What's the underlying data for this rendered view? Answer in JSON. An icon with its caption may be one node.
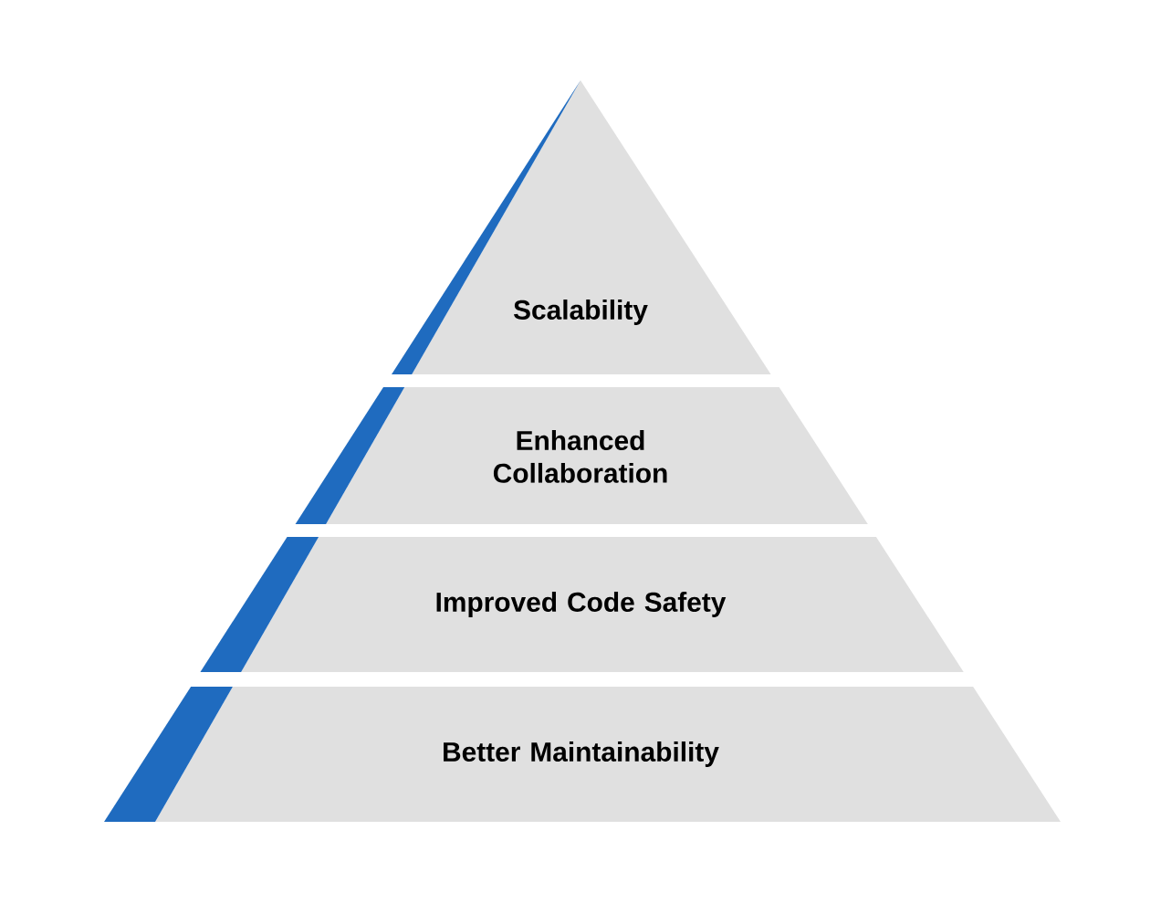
{
  "diagram": {
    "nodes": [
      {
        "text": [
          "Scalability"
        ]
      },
      {
        "text": [
          "Enhanced Collaboration"
        ]
      },
      {
        "text": [
          "Improved Code Safety"
        ]
      },
      {
        "text": [
          "Better Maintainability"
        ]
      }
    ]
  }
}
